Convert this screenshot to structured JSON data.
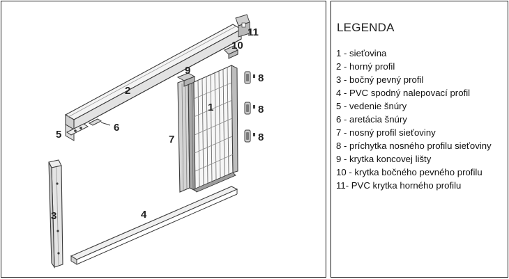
{
  "diagram": {
    "callouts": [
      "1",
      "2",
      "3",
      "4",
      "5",
      "6",
      "7",
      "8",
      "8",
      "8",
      "9",
      "10",
      "11"
    ]
  },
  "legend": {
    "title": "LEGENDA",
    "items": [
      "1 - sieťovina",
      "2 - horný profil",
      "3 - bočný pevný profil",
      "4 - PVC spodný nalepovací profil",
      "5 - vedenie šnúry",
      "6 - aretácia šnúry",
      "7 - nosný profil sieťoviny",
      "8 - príchytka nosného profilu sieťoviny",
      "9 - krytka koncovej lišty",
      "10 - krytka bočného pevného profilu",
      "11- PVC krytka horného profilu"
    ]
  }
}
